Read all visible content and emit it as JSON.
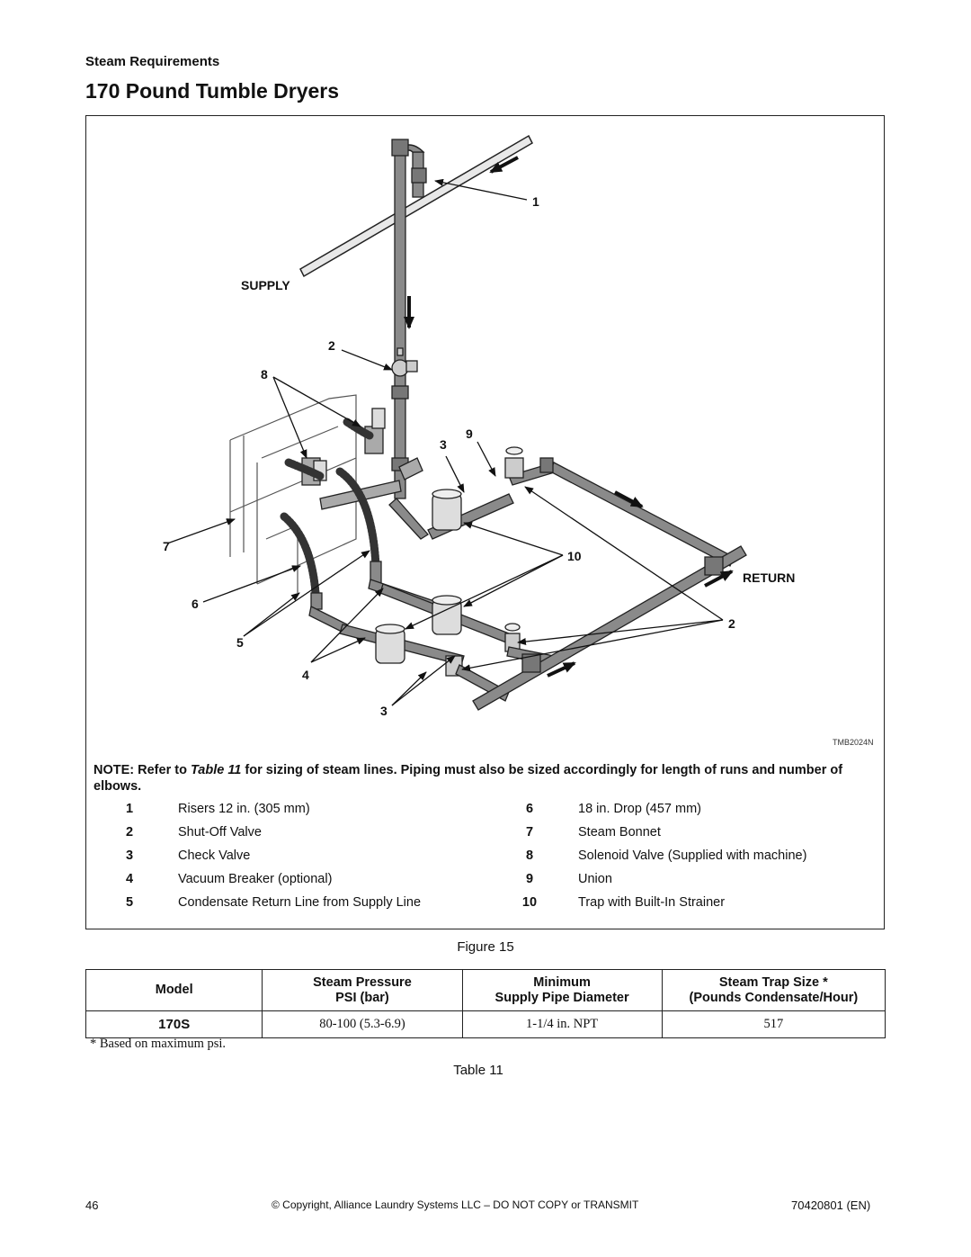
{
  "section_label": "Steam Requirements",
  "page_title": "170 Pound Tumble Dryers",
  "figure": {
    "callouts": {
      "c1": "1",
      "c2a": "2",
      "c2b": "2",
      "c3a": "3",
      "c3b": "3",
      "c4": "4",
      "c5": "5",
      "c6": "6",
      "c7": "7",
      "c8": "8",
      "c9": "9",
      "c10": "10",
      "supply": "SUPPLY",
      "return": "RETURN"
    },
    "drawing_id": "TMB2024N",
    "note_prefix": "NOTE: Refer to ",
    "note_ref": "Table 11",
    "note_suffix": " for sizing of steam lines. Piping must also be sized accordingly for length of runs and number of elbows.",
    "legend": [
      {
        "num": "1",
        "text": "Risers 12 in. (305 mm)"
      },
      {
        "num": "2",
        "text": "Shut-Off Valve"
      },
      {
        "num": "3",
        "text": "Check Valve"
      },
      {
        "num": "4",
        "text": "Vacuum Breaker (optional)"
      },
      {
        "num": "5",
        "text": "Condensate Return Line from Supply Line"
      },
      {
        "num": "6",
        "text": "18 in. Drop (457 mm)"
      },
      {
        "num": "7",
        "text": "Steam Bonnet"
      },
      {
        "num": "8",
        "text": "Solenoid Valve (Supplied with machine)"
      },
      {
        "num": "9",
        "text": "Union"
      },
      {
        "num": "10",
        "text": "Trap with Built-In Strainer"
      }
    ],
    "caption": "Figure 15"
  },
  "table": {
    "headers": {
      "model": "Model",
      "pressure_1": "Steam Pressure",
      "pressure_2": "PSI (bar)",
      "pipe_1": "Minimum",
      "pipe_2": "Supply Pipe Diameter",
      "trap_1": "Steam Trap Size *",
      "trap_2": "(Pounds Condensate/Hour)"
    },
    "row": {
      "model": "170S",
      "pressure": "80-100 (5.3-6.9)",
      "pipe": "1-1/4 in. NPT",
      "trap": "517"
    },
    "footnote": "* Based on maximum psi.",
    "caption": "Table 11"
  },
  "footer": {
    "page_number": "46",
    "copyright": "© Copyright, Alliance Laundry Systems LLC – DO NOT COPY or TRANSMIT",
    "doc_id": "70420801 (EN)"
  }
}
